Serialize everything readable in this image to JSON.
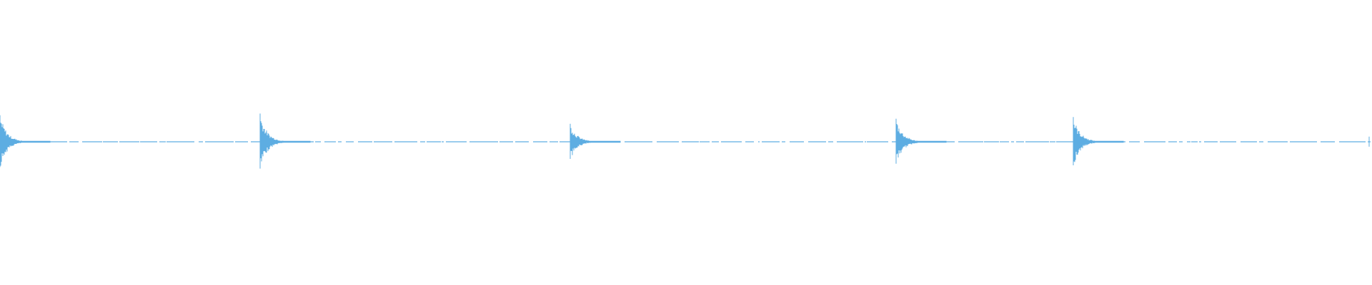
{
  "waveform": {
    "color": "#5dade2",
    "transients": [
      {
        "time": 0.0,
        "amplitude": 0.62
      },
      {
        "time": 0.19,
        "amplitude": 0.66
      },
      {
        "time": 0.416,
        "amplitude": 0.42
      },
      {
        "time": 0.654,
        "amplitude": 0.54
      },
      {
        "time": 0.783,
        "amplitude": 0.58
      },
      {
        "time": 0.999,
        "amplitude": 0.12
      }
    ]
  }
}
